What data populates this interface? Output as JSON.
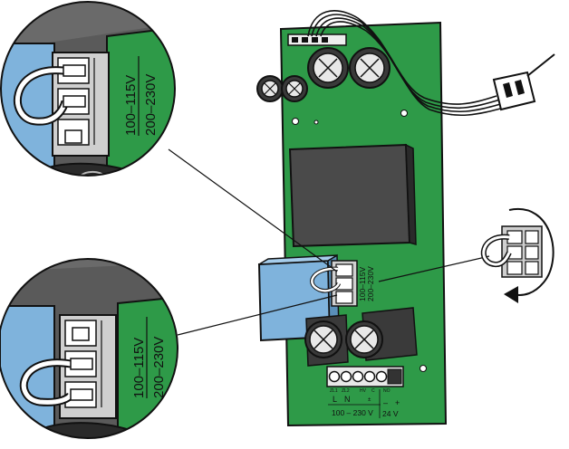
{
  "top_zoom": {
    "voltage_low": "100–115V",
    "voltage_high": "200–230V"
  },
  "bottom_zoom": {
    "voltage_low": "100–115V",
    "voltage_high": "200–230V"
  },
  "board": {
    "selector": {
      "voltage_low": "100–115V",
      "voltage_high": "200–230V"
    },
    "terminal_top_labels": [
      "ZL1",
      "ZL2",
      "HV",
      "C",
      "NO"
    ],
    "terminal_l": "L",
    "terminal_n": "N",
    "mains_label": "100 – 230 V",
    "dc_minus": "–",
    "dc_plus": "+",
    "dc_label": "24 V"
  },
  "colors": {
    "pcb": "#2e9a48",
    "selector_block": "#7fb3dc",
    "zoom_bg": "#5a5a5a"
  },
  "icons": [
    "rotate-arrow-icon",
    "jumper-icon"
  ]
}
